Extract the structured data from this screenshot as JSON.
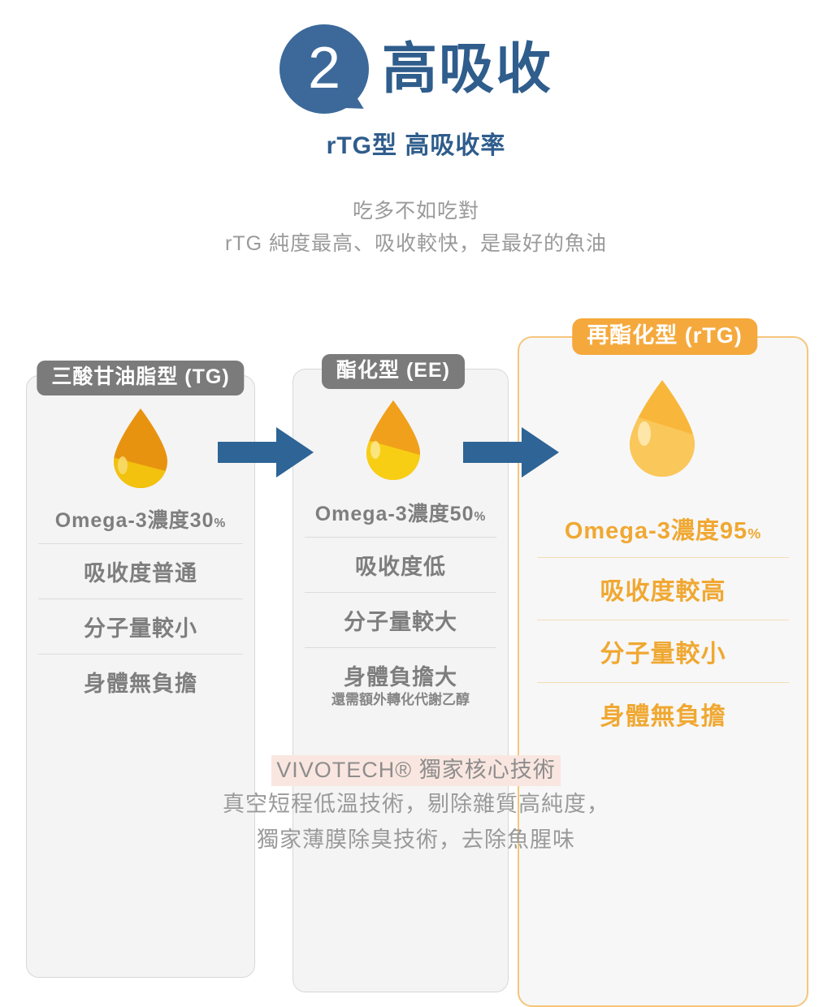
{
  "header": {
    "badge_number": "2",
    "title": "高吸收",
    "subtitle": "rTG型 高吸收率",
    "accent_color": "#2f5d8c"
  },
  "lead": {
    "line1": "吃多不如吃對",
    "line2": "rTG 純度最高、吸收較快，是最好的魚油"
  },
  "diagram": {
    "arrow_color": "#2e6496",
    "cards": [
      {
        "id": "tg",
        "label": "三酸甘油脂型 (TG)",
        "label_color": "#7b7b7b",
        "drop_icon": "oil-drop-icon",
        "rows": [
          {
            "text": "Omega-3濃度30",
            "pct": "%"
          },
          {
            "text": "吸收度普通"
          },
          {
            "text": "分子量較小"
          },
          {
            "text": "身體無負擔"
          }
        ]
      },
      {
        "id": "ee",
        "label": "酯化型 (EE)",
        "label_color": "#7b7b7b",
        "drop_icon": "oil-drop-icon",
        "rows": [
          {
            "text": "Omega-3濃度50",
            "pct": "%"
          },
          {
            "text": "吸收度低"
          },
          {
            "text": "分子量較大"
          },
          {
            "text": "身體負擔大",
            "note": "還需額外轉化代謝乙醇"
          }
        ]
      },
      {
        "id": "rtg",
        "label": "再酯化型 (rTG)",
        "label_color": "#f5a93c",
        "drop_icon": "oil-drop-icon",
        "rows": [
          {
            "text": "Omega-3濃度95",
            "pct": "%"
          },
          {
            "text": "吸收度較高"
          },
          {
            "text": "分子量較小"
          },
          {
            "text": "身體無負擔"
          }
        ]
      }
    ]
  },
  "footer": {
    "highlight": "VIVOTECH® 獨家核心技術",
    "line2": "真空短程低溫技術，剔除雜質高純度，",
    "line3": "獨家薄膜除臭技術，去除魚腥味",
    "highlight_bg": "#fae6e0"
  }
}
